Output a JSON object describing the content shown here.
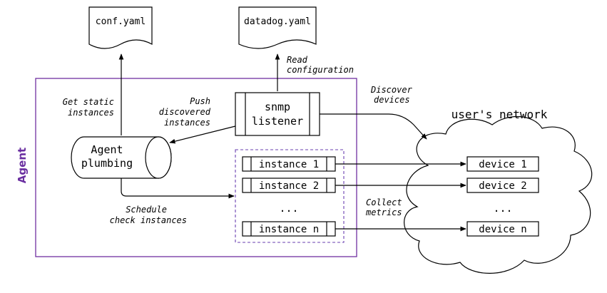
{
  "files": {
    "conf": "conf.yaml",
    "datadog": "datadog.yaml"
  },
  "agent_label": "Agent",
  "snmp_listener": {
    "line1": "snmp",
    "line2": "listener"
  },
  "agent_plumbing": {
    "line1": "Agent",
    "line2": "plumbing"
  },
  "instances": [
    "instance 1",
    "instance 2",
    "instance n"
  ],
  "instances_ellipsis": "...",
  "network": {
    "label": "user's network",
    "devices": [
      "device 1",
      "device 2",
      "device n"
    ],
    "ellipsis": "..."
  },
  "annotations": {
    "read_configuration": [
      "Read",
      "configuration"
    ],
    "get_static_instances": [
      "Get static",
      "instances"
    ],
    "push_discovered": [
      "Push",
      "discovered",
      "instances"
    ],
    "discover_devices": [
      "Discover",
      "devices"
    ],
    "schedule_check": [
      "Schedule",
      "check instances"
    ],
    "collect_metrics": [
      "Collect",
      "metrics"
    ]
  },
  "colors": {
    "agent_border": "#7030a0",
    "agent_label": "#6a2fa0",
    "instances_border": "#6a3fb0",
    "line": "#000000"
  }
}
